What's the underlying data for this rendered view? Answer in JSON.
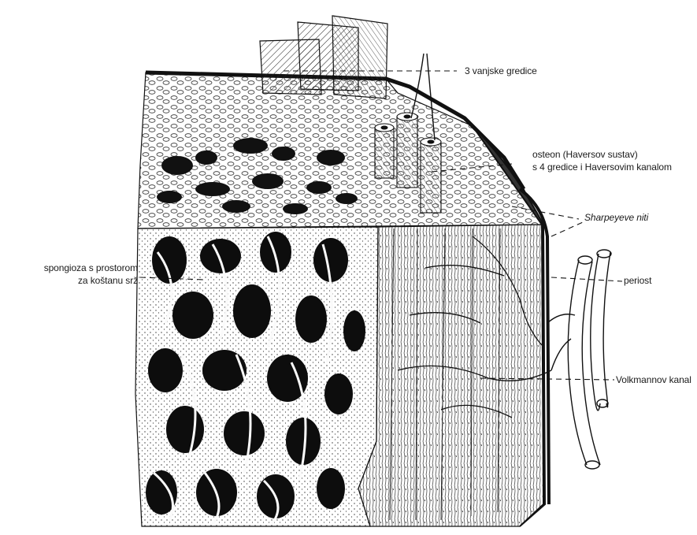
{
  "labels": {
    "outer_lamellae": "3 vanjske gredice",
    "osteon_line1": "osteon (Haversov sustav)",
    "osteon_line2": "s 4 gredice i Haversovim kanalom",
    "sharpey": "Sharpeyeve niti",
    "spongiosa_line1": "spongioza s prostorom",
    "spongiosa_line2": "za koštanu srž",
    "periosteum": "periost",
    "volkmann": "Volkmannov kanal"
  },
  "colors": {
    "ink": "#111111",
    "paper": "#ffffff",
    "shade": "#6a6a6a"
  }
}
